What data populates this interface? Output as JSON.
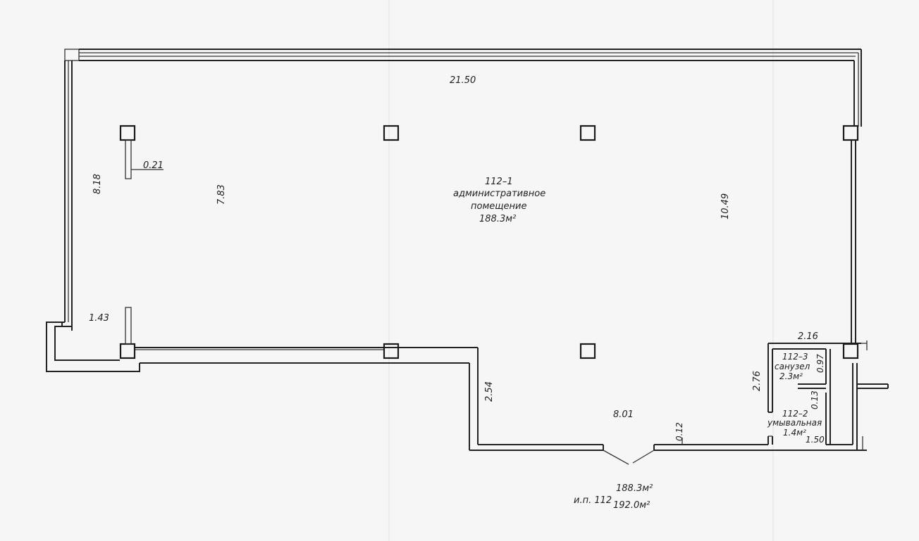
{
  "plan": {
    "room_112_1": {
      "number": "112–1",
      "name_line1": "административное",
      "name_line2": "помещение",
      "area": "188.3м²"
    },
    "room_112_3": {
      "number": "112–3",
      "name": "санузел",
      "area": "2.3м²"
    },
    "room_112_2": {
      "number": "112–2",
      "name": "умывальная",
      "area": "1.4м²"
    },
    "dimensions": {
      "top_length": "21.50",
      "left_height": "8.18",
      "inner_height": "7.83",
      "column_width": "0.21",
      "right_height": "10.49",
      "corner_offset": "1.43",
      "lower_left_height": "2.54",
      "lower_width": "8.01",
      "wall_thickness": "0.12",
      "wc_width": "2.16",
      "wc_height": "2.76",
      "wc_depth": "0.97",
      "partition": "0.13",
      "wash_width": "1.50"
    },
    "summary": {
      "unit_label": "и.п. 112",
      "area_main": "188.3м²",
      "area_total": "192.0м²"
    }
  }
}
